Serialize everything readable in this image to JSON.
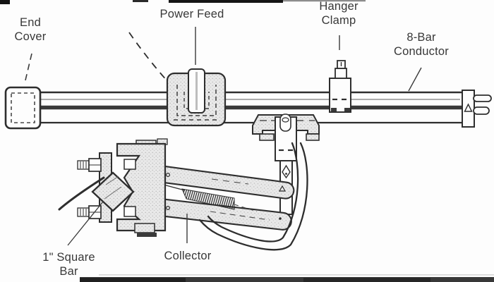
{
  "figure": {
    "type": "technical-diagram",
    "subject": "8-Bar conductor rail with collector assembly",
    "colors": {
      "background": "#fdfdfd",
      "ink": "#2e2e2e",
      "text": "#383838",
      "stipple_fill": "#e8e8e8"
    },
    "labels": {
      "end_cover": {
        "line1": "End",
        "line2": "Cover"
      },
      "power_feed": {
        "text": "Power Feed"
      },
      "hanger_clamp": {
        "line1": "Hanger",
        "line2": "Clamp"
      },
      "conductor": {
        "line1": "8-Bar",
        "line2": "Conductor"
      },
      "square_bar": {
        "line1": "1\" Square",
        "line2": "Bar"
      },
      "collector": {
        "text": "Collector"
      }
    }
  }
}
